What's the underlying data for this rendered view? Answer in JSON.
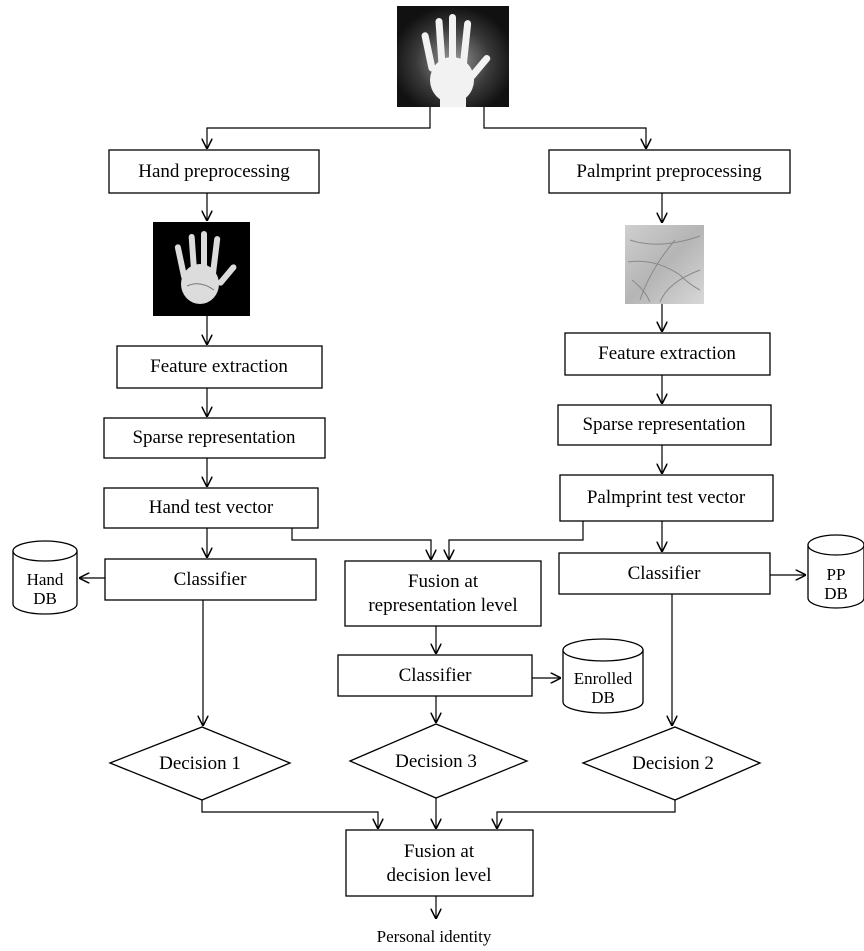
{
  "diagram": {
    "nodes": {
      "hand_pre": "Hand preprocessing",
      "palm_pre": "Palmprint preprocessing",
      "hand_feat": "Feature extraction",
      "palm_feat": "Feature extraction",
      "hand_sparse": "Sparse representation",
      "palm_sparse": "Sparse representation",
      "hand_vec": "Hand test vector",
      "palm_vec": "Palmprint test vector",
      "hand_cls": "Classifier",
      "palm_cls": "Classifier",
      "fusion_rep_1": "Fusion at",
      "fusion_rep_2": "representation level",
      "mid_cls": "Classifier",
      "dec1": "Decision 1",
      "dec2": "Decision 2",
      "dec3": "Decision 3",
      "fusion_dec_1": "Fusion at",
      "fusion_dec_2": "decision level",
      "output": "Personal identity"
    },
    "databases": {
      "hand_db_1": "Hand",
      "hand_db_2": "DB",
      "pp_db_1": "PP",
      "pp_db_2": "DB",
      "enrolled_db_1": "Enrolled",
      "enrolled_db_2": "DB"
    },
    "images": {
      "input": "hand-input-image",
      "hand": "preprocessed-hand-image",
      "palm": "palmprint-roi-image"
    }
  }
}
